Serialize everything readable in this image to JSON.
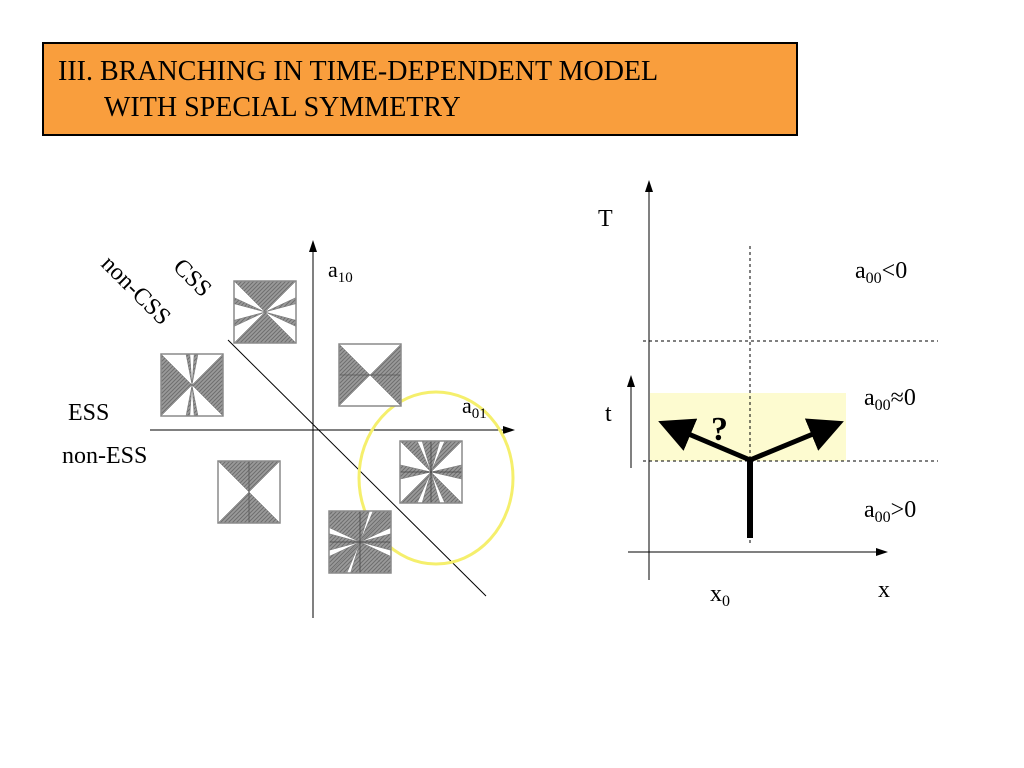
{
  "slide": {
    "title_line1": "III. BRANCHING IN TIME-DEPENDENT MODEL",
    "title_line2": "WITH SPECIAL SYMMETRY"
  },
  "left_diagram": {
    "axis_y_label": {
      "base": "a",
      "sub": "10"
    },
    "axis_x_label": {
      "base": "a",
      "sub": "01"
    },
    "css_label": "CSS",
    "non_css_label": "non-CSS",
    "ess_label": "ESS",
    "non_ess_label": "non-ESS"
  },
  "right_diagram": {
    "T_label": "T",
    "x_label": "x",
    "t_label": "t",
    "x0_label": {
      "base": "x",
      "sub": "0"
    },
    "question_mark": "?",
    "regions": [
      {
        "base": "a",
        "sub": "00",
        "rel": "<0"
      },
      {
        "base": "a",
        "sub": "00",
        "rel": "≈0"
      },
      {
        "base": "a",
        "sub": "00",
        "rel": ">0"
      }
    ]
  },
  "colors": {
    "title_bg": "#f99e3d",
    "highlight_circle": "#f5ef6c",
    "highlight_band": "#fdfbd0",
    "hatch_gray": "#8a8a8a"
  }
}
